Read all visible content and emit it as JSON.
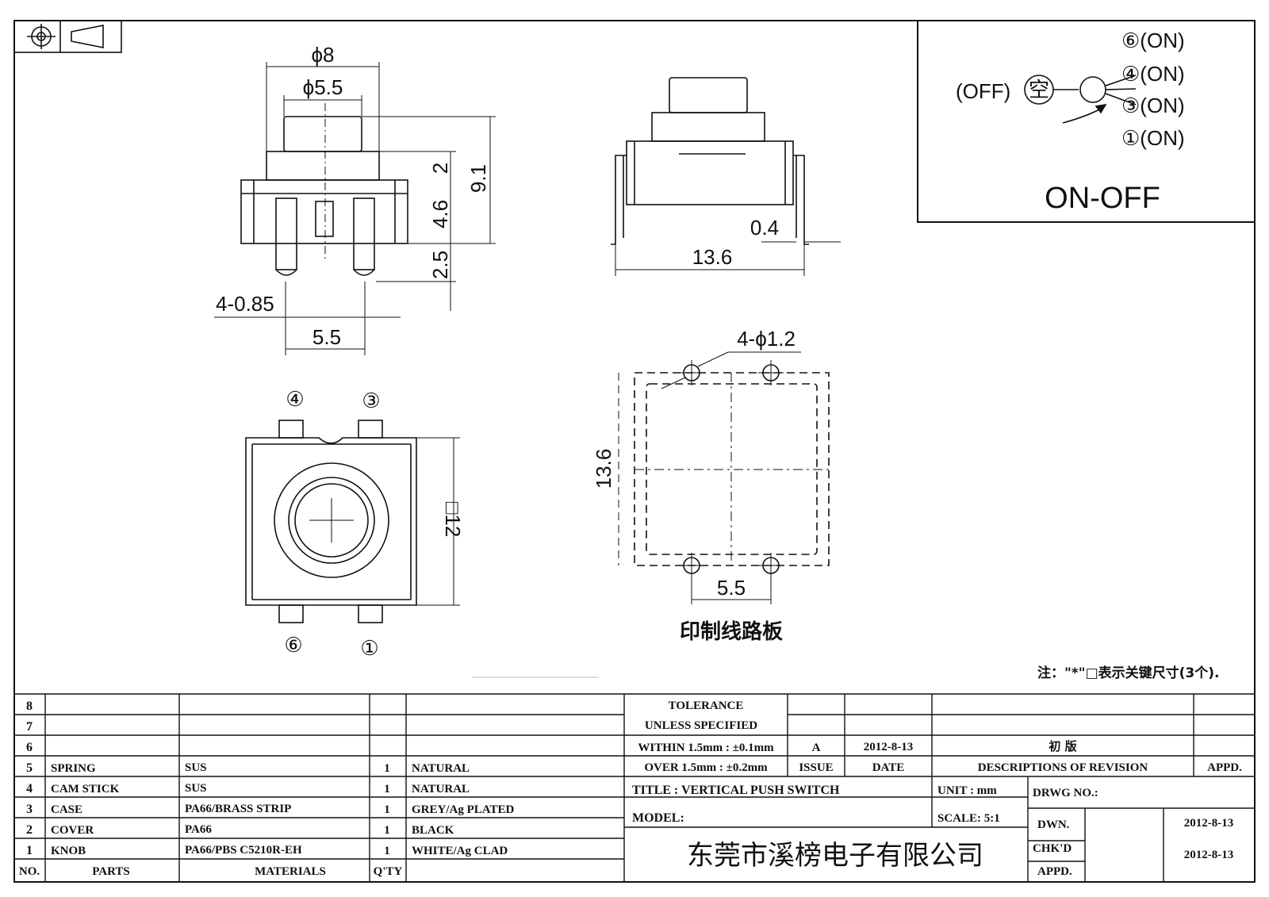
{
  "drawing": {
    "top_view": {
      "dia_outer": "ϕ8",
      "dia_inner": "ϕ5.5",
      "height_total": "9.1",
      "h_button": "2",
      "h_body": "4.6",
      "h_pin": "2.5",
      "pins": "4-0.85",
      "pin_pitch": "5.5"
    },
    "side_view": {
      "thickness": "0.4",
      "width": "13.6"
    },
    "schematic": {
      "off_label": "(OFF)",
      "off_char": "空",
      "pin6": "⑥(ON)",
      "pin4": "④(ON)",
      "pin3": "③(ON)",
      "pin1": "①(ON)",
      "mode": "ON-OFF"
    },
    "bottom_view": {
      "pin4": "④",
      "pin3": "③",
      "pin6": "⑥",
      "pin1": "①",
      "size": "□12"
    },
    "pcb": {
      "holes": "4-ϕ1.2",
      "size": "13.6",
      "pitch": "5.5",
      "label": "印制线路板"
    },
    "note": "注：\"*\"□表示关键尺寸(3个)."
  },
  "parts_table": {
    "headers": {
      "no": "NO.",
      "parts": "PARTS",
      "materials": "MATERIALS",
      "qty": "Q'TY"
    },
    "rows": [
      {
        "no": "8",
        "part": "",
        "material": "",
        "qty": "",
        "finish": ""
      },
      {
        "no": "7",
        "part": "",
        "material": "",
        "qty": "",
        "finish": ""
      },
      {
        "no": "6",
        "part": "",
        "material": "",
        "qty": "",
        "finish": ""
      },
      {
        "no": "5",
        "part": "SPRING",
        "material": "SUS",
        "qty": "1",
        "finish": "NATURAL"
      },
      {
        "no": "4",
        "part": "CAM STICK",
        "material": "SUS",
        "qty": "1",
        "finish": "NATURAL"
      },
      {
        "no": "3",
        "part": "CASE",
        "material": "PA66/BRASS STRIP",
        "qty": "1",
        "finish": "GREY/Ag PLATED"
      },
      {
        "no": "2",
        "part": "COVER",
        "material": "PA66",
        "qty": "1",
        "finish": "BLACK"
      },
      {
        "no": "1",
        "part": "KNOB",
        "material": "PA66/PBS C5210R-EH",
        "qty": "1",
        "finish": "WHITE/Ag CLAD"
      }
    ]
  },
  "title_block": {
    "tolerance_1": "TOLERANCE",
    "tolerance_2": "UNLESS  SPECIFIED",
    "tolerance_3": "WITHIN 1.5mm : ±0.1mm",
    "tolerance_4": "OVER 1.5mm : ±0.2mm",
    "issue_header": "ISSUE",
    "date_header": "DATE",
    "desc_header": "DESCRIPTIONS OF REVISION",
    "appd_header": "APPD.",
    "rev_issue": "A",
    "rev_date": "2012-8-13",
    "rev_desc": "初  版",
    "title": "TITLE :  VERTICAL PUSH SWITCH",
    "unit": "UNIT :  mm",
    "drwg_no": "DRWG NO.:",
    "model": "MODEL:",
    "scale": "SCALE:  5:1",
    "dwn_label": "DWN.",
    "dwn_date": "2012-8-13",
    "chkd_label": "CHK'D",
    "chkd_date": "2012-8-13",
    "appd_label": "APPD.",
    "company": "东莞市溪榜电子有限公司"
  }
}
